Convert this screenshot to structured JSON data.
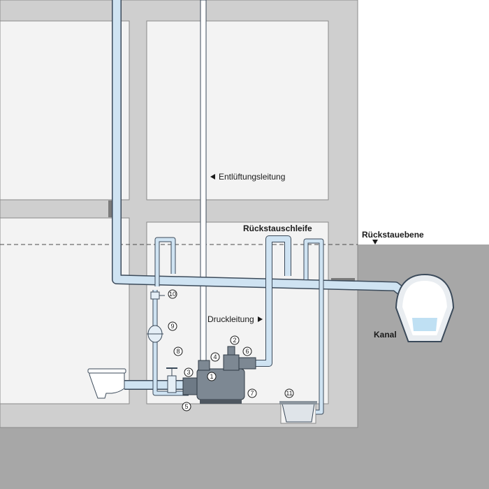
{
  "labels": {
    "ventilation": "Entlüftungsleitung",
    "backflow_loop": "Rückstauschleife",
    "backflow_level": "Rückstauebene",
    "pressure_line": "Druckleitung",
    "sewer": "Kanal"
  },
  "callouts": [
    "1",
    "2",
    "3",
    "4",
    "5",
    "6",
    "7",
    "8",
    "9",
    "10",
    "11"
  ],
  "colors": {
    "wall": "#cfcfcf",
    "ground": "#a7a7a7",
    "room": "#f3f3f3",
    "pipe_fill": "#cfe3f2",
    "pipe_outline": "#3b4a5a",
    "water": "#bfe0f3"
  }
}
